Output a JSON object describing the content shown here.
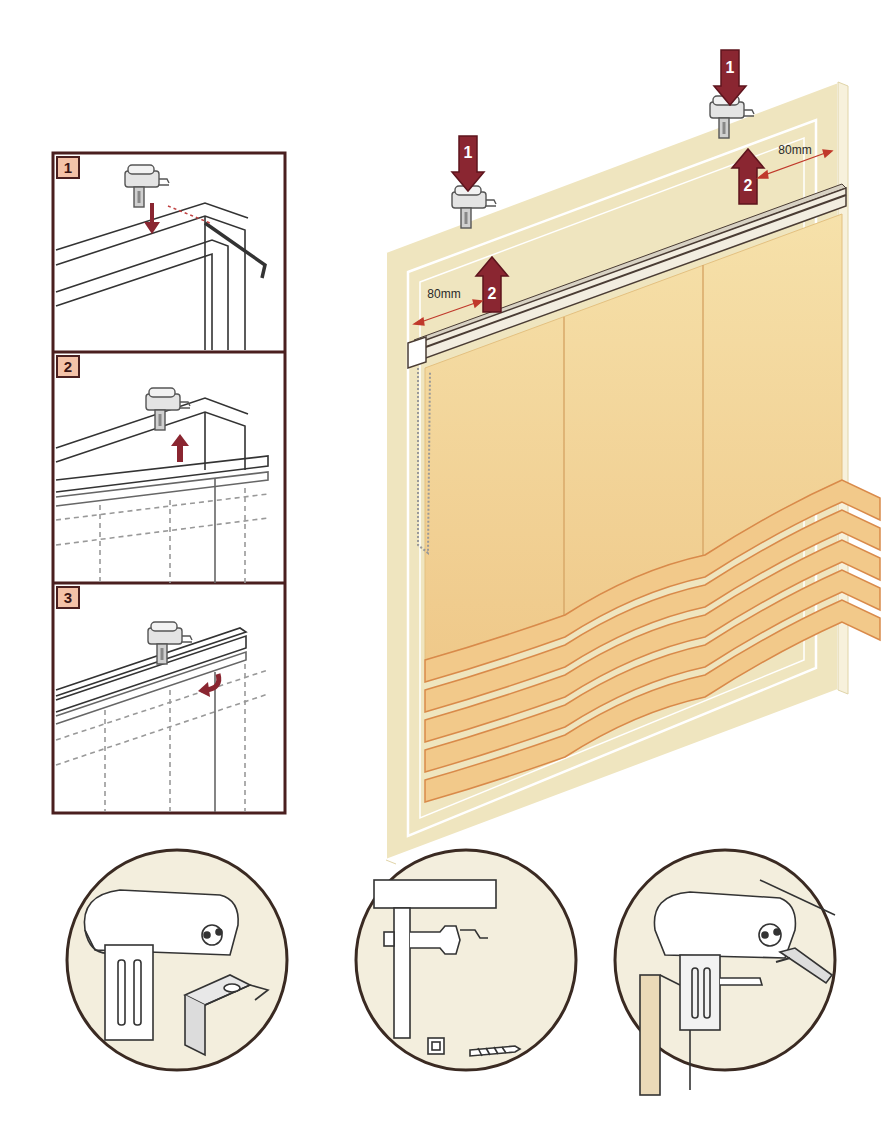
{
  "diagram": {
    "nodes": [
      {
        "text": [
          "1"
        ]
      },
      {
        "text": [
          "2"
        ]
      },
      {
        "text": [
          "3"
        ]
      }
    ],
    "labels": [
      "1",
      "80mm",
      "1",
      "2",
      "2",
      "80mm"
    ]
  }
}
